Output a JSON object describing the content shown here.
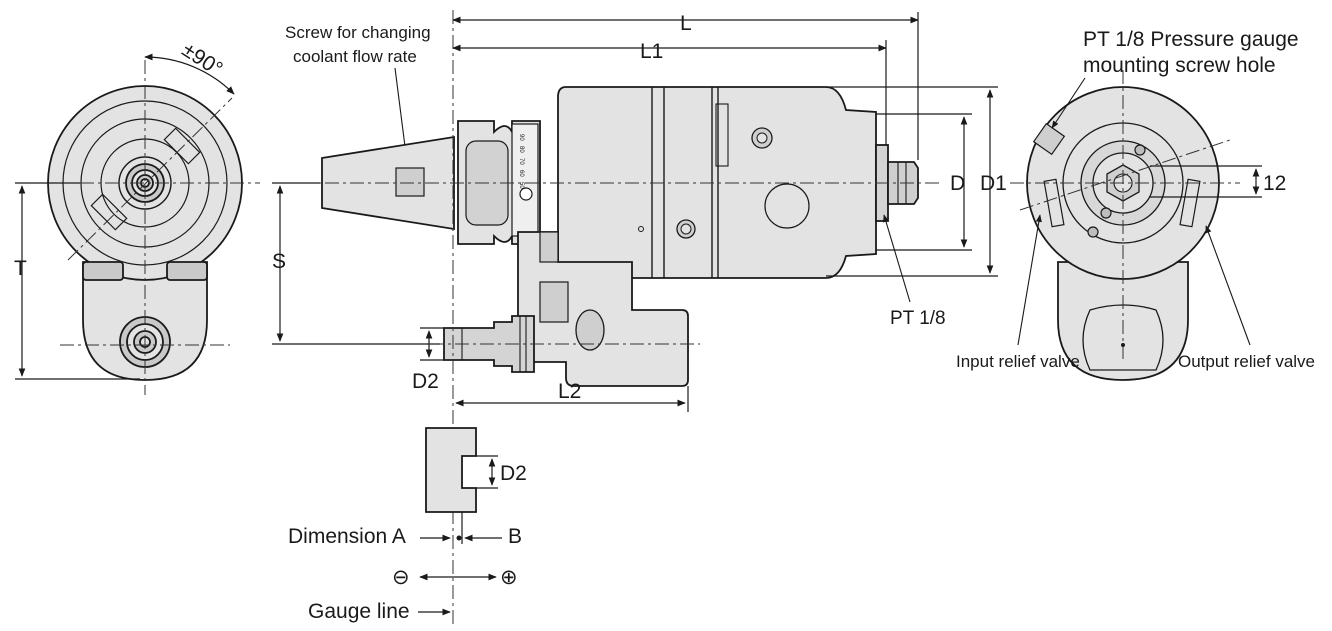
{
  "labels": {
    "rotation": "±90°",
    "T": "T",
    "screw_coolant_line1": "Screw for changing",
    "screw_coolant_line2": "coolant flow rate",
    "S": "S",
    "L": "L",
    "L1": "L1",
    "L2": "L2",
    "D": "D",
    "D1": "D1",
    "D2_main": "D2",
    "D2_detail": "D2",
    "pt18": "PT 1/8",
    "pressure_gauge_line1": "PT 1/8 Pressure gauge",
    "pressure_gauge_line2": "mounting screw hole",
    "dim_12": "12",
    "input_relief": "Input relief valve",
    "output_relief": "Output relief valve",
    "dimension_a": "Dimension A",
    "B": "B",
    "minus": "⊖",
    "plus": "⊕",
    "gauge_line": "Gauge line"
  },
  "scale_ticks": [
    "90",
    "80",
    "70",
    "60",
    "50"
  ],
  "colors": {
    "body_fill": "#e3e3e3",
    "dark_fill": "#bdbdbd",
    "outline": "#1a1a1a",
    "center_line": "#333333"
  },
  "icons": {
    "minus": "circled-minus-icon",
    "plus": "circled-plus-icon"
  }
}
